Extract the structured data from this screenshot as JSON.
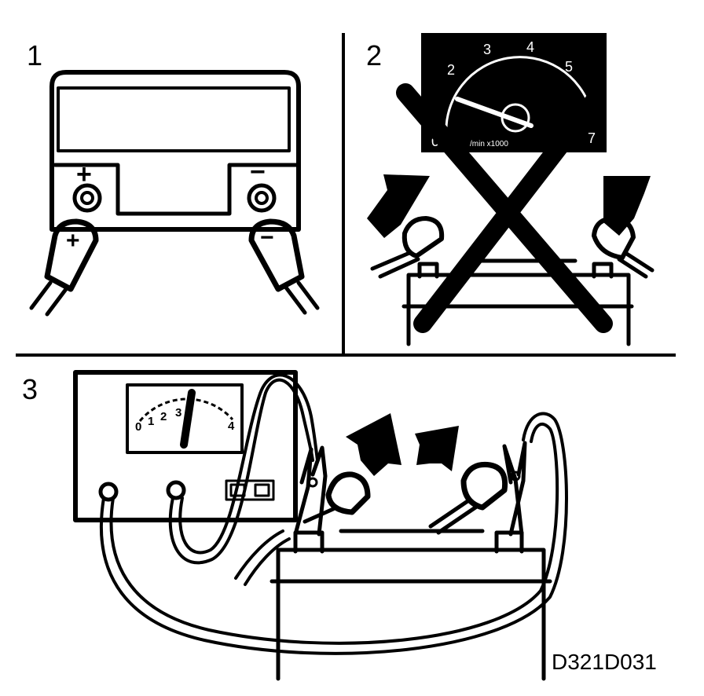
{
  "panels": [
    {
      "number": "1"
    },
    {
      "number": "2"
    },
    {
      "number": "3"
    }
  ],
  "panel1": {
    "plus_sign": "+",
    "minus_sign": "−"
  },
  "panel2": {
    "gauge_ticks": [
      "0",
      "2",
      "3",
      "4",
      "5",
      "7"
    ],
    "gauge_unit": "/min x1000"
  },
  "panel3": {
    "meter_ticks": [
      "0",
      "1",
      "2",
      "3",
      "4"
    ]
  },
  "figure_code": "D321D031",
  "colors": {
    "ink": "#000000",
    "paper": "#ffffff"
  }
}
